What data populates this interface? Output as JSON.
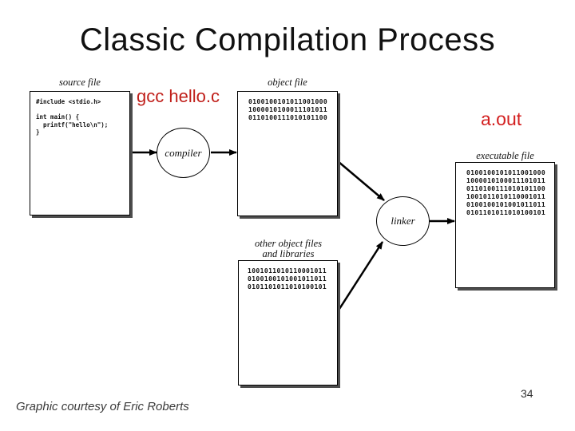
{
  "slide": {
    "title": "Classic Compilation Process",
    "credit": "Graphic courtesy of Eric Roberts",
    "page_number": "34"
  },
  "diagram": {
    "source_file": {
      "label": "source file",
      "code_lines": [
        "#include <stdio.h>",
        "",
        "int main() {",
        "  printf(\"hello\\n\");",
        "}"
      ]
    },
    "gcc_command": "gcc hello.c",
    "compiler": {
      "label": "compiler"
    },
    "object_file": {
      "label": "object file",
      "binary_lines": [
        "0100100101011001000",
        "1000010100011101011",
        "0110100111010101100"
      ]
    },
    "aout": "a.out",
    "linker": {
      "label": "linker"
    },
    "executable_file": {
      "label": "executable file",
      "binary_lines": [
        "0100100101011001000",
        "1000010100011101011",
        "0110100111010101100",
        "1001011010110001011",
        "0100100101001011011",
        "0101101011010100101"
      ]
    },
    "other_objects": {
      "label_line1": "other object files",
      "label_line2": "and libraries",
      "binary_lines": [
        "1001011010110001011",
        "0100100101001011011",
        "0101101011010100101"
      ]
    }
  },
  "colors": {
    "accent_red": "#c01f1a",
    "aout_red": "#d32020",
    "shadow_gray": "#4d4d4d"
  }
}
